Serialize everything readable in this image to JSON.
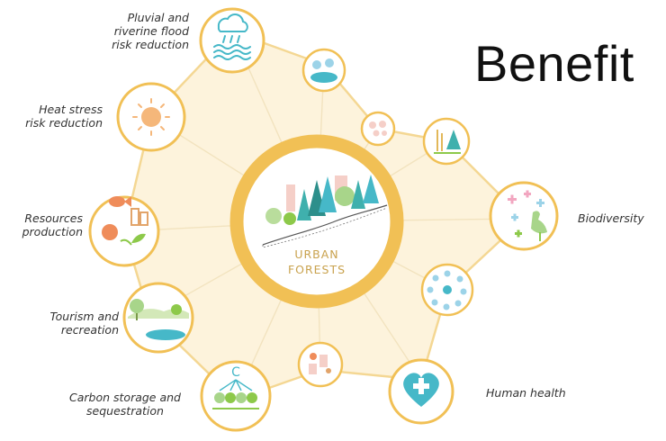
{
  "title": "Benefit",
  "center": {
    "line1": "URBAN",
    "line2": "FORESTS"
  },
  "benefits": {
    "pluvial": {
      "line1": "Pluvial and",
      "line2": "riverine flood",
      "line3": "risk reduction",
      "icon": "rain-waves-icon"
    },
    "heat": {
      "line1": "Heat stress",
      "line2": "risk reduction",
      "icon": "sun-icon"
    },
    "resources": {
      "line1": "Resources",
      "line2": "production",
      "icon": "fish-wood-fruit-icon"
    },
    "tourism": {
      "line1": "Tourism and",
      "line2": "recreation",
      "icon": "park-landscape-icon"
    },
    "carbon": {
      "line1": "Carbon storage and",
      "line2": "sequestration",
      "icon": "carbon-trees-icon"
    },
    "health": {
      "label": "Human health",
      "icon": "heart-cross-icon"
    },
    "biodiversity": {
      "label": "Biodiversity",
      "icon": "bird-sparkle-icon"
    }
  },
  "minor_icons": [
    "lake-trees-icon",
    "insect-icon",
    "wetland-icon",
    "microbe-ring-icon",
    "hand-coins-icon"
  ],
  "colors": {
    "ring": "#f1c055",
    "fill": "#fdf3dc",
    "border": "#f4d793",
    "teal": "#46b8c8",
    "green": "#8dc94a"
  }
}
